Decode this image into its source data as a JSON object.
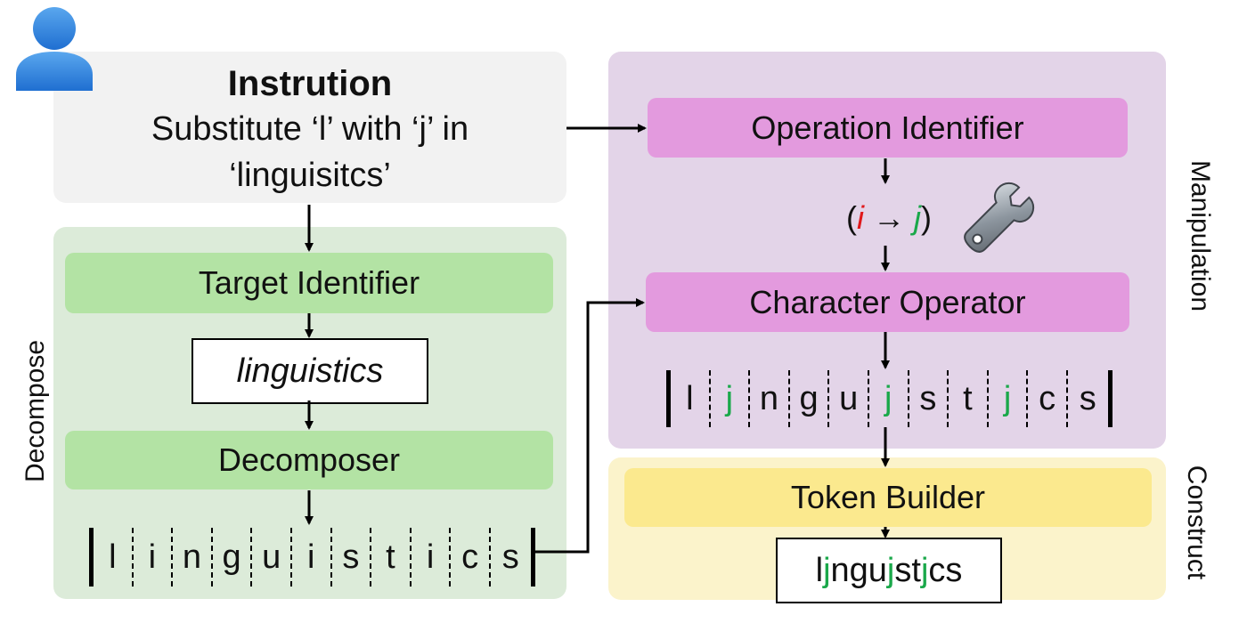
{
  "instruction": {
    "title": "Instrution",
    "line1": "Substitute ‘l’ with ‘j’ in",
    "line2": "‘linguisitcs’"
  },
  "decompose": {
    "side_label": "Decompose",
    "target_identifier": "Target Identifier",
    "target_word": "linguistics",
    "decomposer": "Decomposer",
    "chars": [
      "l",
      "i",
      "n",
      "g",
      "u",
      "i",
      "s",
      "t",
      "i",
      "c",
      "s"
    ]
  },
  "manipulation": {
    "side_label": "Manipulation",
    "operation_identifier": "Operation Identifier",
    "op_open": "(",
    "op_from": "i",
    "op_arrow": " → ",
    "op_to": "j",
    "op_close": ")",
    "character_operator": "Character Operator",
    "chars": [
      "l",
      "j",
      "n",
      "g",
      "u",
      "j",
      "s",
      "t",
      "j",
      "c",
      "s"
    ],
    "highlight_indices": [
      1,
      5,
      8
    ]
  },
  "construct": {
    "side_label": "Construct",
    "token_builder": "Token Builder",
    "result_parts": [
      "l",
      "j",
      "ngu",
      "j",
      "st",
      "j",
      "cs"
    ],
    "result_highlight": [
      1,
      3,
      5
    ]
  },
  "colors": {
    "instruction_bg": "#f2f2f2",
    "decompose_bg": "#dcebd9",
    "decompose_box": "#b3e3a4",
    "manipulation_bg": "#e3d4e8",
    "manipulation_box": "#e39ade",
    "construct_bg": "#fbf3cb",
    "construct_box": "#fbe98e",
    "highlight": "#1aa84a",
    "from_char": "#e0181b"
  },
  "icons": [
    "user-icon",
    "wrench-icon"
  ]
}
